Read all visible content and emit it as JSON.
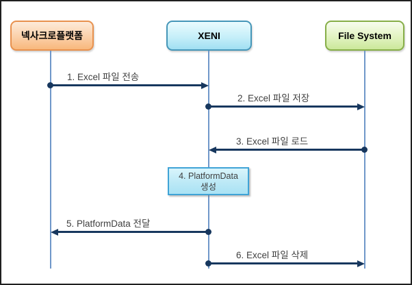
{
  "diagram": {
    "type": "sequence-diagram",
    "actors": [
      {
        "id": "nexacro-platform",
        "label": "넥사크로플랫폼",
        "fill_top": "#FDEBD9",
        "fill_bottom": "#F8B87C",
        "border_color": "#E8914E"
      },
      {
        "id": "xeni",
        "label": "XENI",
        "fill_top": "#EAFBFE",
        "fill_bottom": "#A0DFF2",
        "border_color": "#4596B8"
      },
      {
        "id": "file-system",
        "label": "File System",
        "fill_top": "#F7FCEE",
        "fill_bottom": "#CBE89B",
        "border_color": "#86AE47"
      }
    ],
    "messages": [
      {
        "num": "1",
        "label": "1. Excel 파일 전송",
        "from": "nexacro-platform",
        "to": "xeni"
      },
      {
        "num": "2",
        "label": "2. Excel 파일 저장",
        "from": "xeni",
        "to": "file-system"
      },
      {
        "num": "3",
        "label": "3. Excel 파일 로드",
        "from": "file-system",
        "to": "xeni"
      },
      {
        "num": "5",
        "label": "5. PlatformData 전달",
        "from": "xeni",
        "to": "nexacro-platform"
      },
      {
        "num": "6",
        "label": "6. Excel 파일 삭제",
        "from": "xeni",
        "to": "file-system"
      }
    ],
    "activation": {
      "num": "4",
      "line1": "4. PlatformData",
      "line2": "생성",
      "on_actor": "xeni",
      "fill": "#BCE9F6",
      "border_color": "#3FA3D6"
    },
    "colors": {
      "arrow": "#17375E",
      "lifeline": "#6F97C9",
      "label_text": "#3F3F3F",
      "outer_border": "#1F1F1F",
      "background": "#FFFFFF"
    }
  }
}
